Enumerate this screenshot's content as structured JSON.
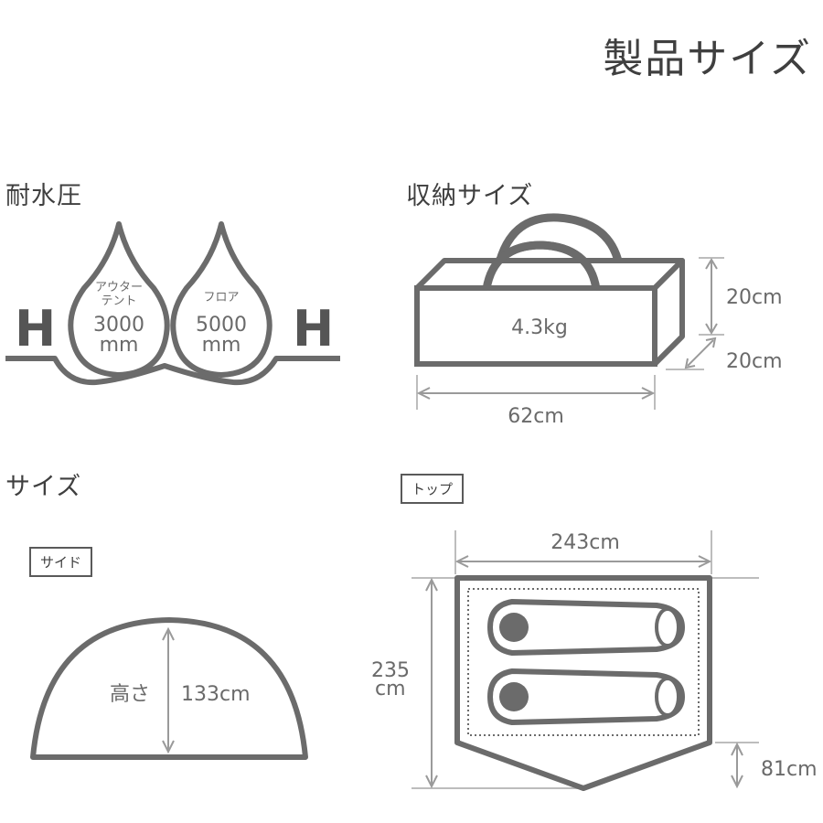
{
  "page": {
    "title": "製品サイズ"
  },
  "water": {
    "heading": "耐水圧",
    "h_symbol": "H",
    "outer": {
      "label_line1": "アウター",
      "label_line2": "テント",
      "value": "3000",
      "unit": "mm"
    },
    "floor": {
      "label": "フロア",
      "value": "5000",
      "unit": "mm"
    }
  },
  "storage": {
    "heading": "収納サイズ",
    "weight": "4.3kg",
    "height": "20cm",
    "depth": "20cm",
    "width": "62cm"
  },
  "size": {
    "heading": "サイズ",
    "side_tag": "サイド",
    "height_label": "高さ",
    "height_value": "133cm",
    "top_tag": "トップ",
    "top_width": "243cm",
    "top_length_line1": "235",
    "top_length_line2": "cm",
    "vestibule": "81cm"
  },
  "colors": {
    "line": "#666666",
    "fill": "#6b6b6b",
    "light": "#9a9a9a",
    "stroke_gray": "#bdbdbd"
  }
}
